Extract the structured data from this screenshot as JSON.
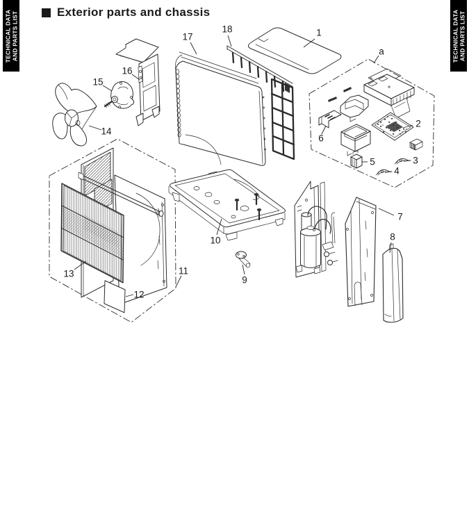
{
  "page": {
    "bullet": "■",
    "title": "Exterior parts and chassis"
  },
  "tabs": {
    "left": {
      "line1": "TECHNICAL DATA",
      "line2": "AND PARTS LIST"
    },
    "right": {
      "line1": "TECHNICAL DATA",
      "line2": "AND PARTS LIST"
    }
  },
  "diagram": {
    "kind": "exploded-parts-view",
    "labels": [
      {
        "text": "1"
      },
      {
        "text": "2"
      },
      {
        "text": "3"
      },
      {
        "text": "4"
      },
      {
        "text": "5"
      },
      {
        "text": "6"
      },
      {
        "text": "7"
      },
      {
        "text": "8"
      },
      {
        "text": "9"
      },
      {
        "text": "10"
      },
      {
        "text": "11"
      },
      {
        "text": "12"
      },
      {
        "text": "13"
      },
      {
        "text": "14"
      },
      {
        "text": "15"
      },
      {
        "text": "16"
      },
      {
        "text": "17"
      },
      {
        "text": "18"
      },
      {
        "text": "a"
      }
    ],
    "colors": {
      "line": "#2b2b2b",
      "background": "#ffffff",
      "tab_background": "#000000",
      "tab_text": "#ffffff"
    }
  }
}
